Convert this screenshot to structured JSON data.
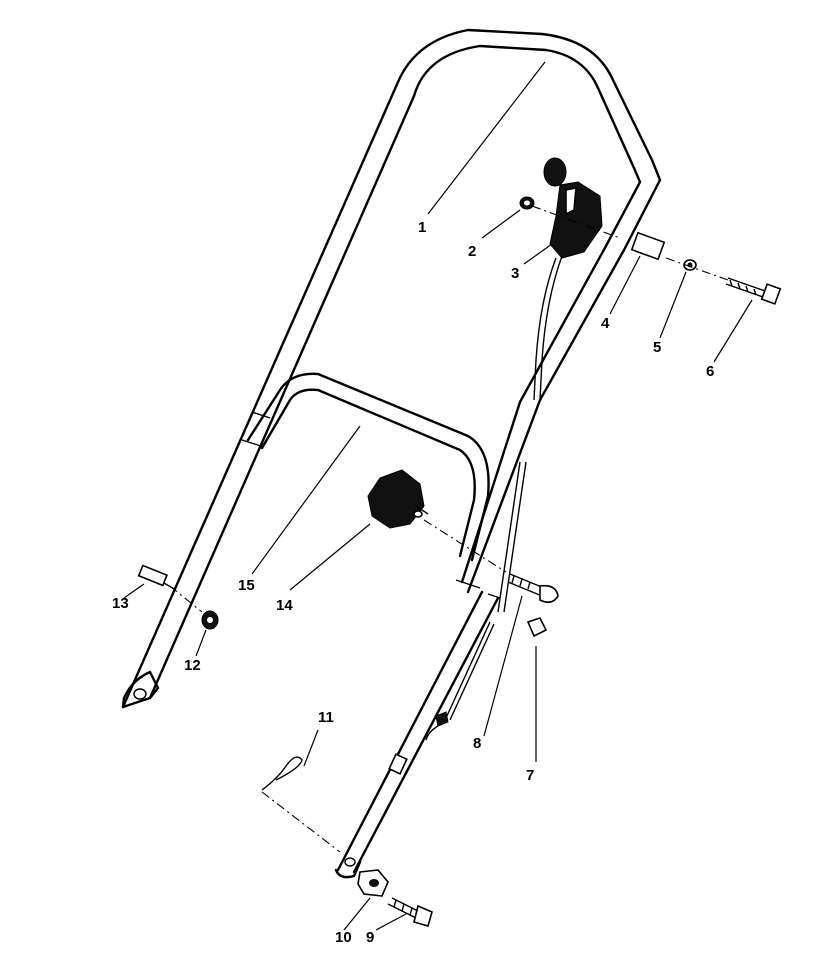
{
  "diagram": {
    "part_labels": [
      {
        "id": "1",
        "text": "1"
      },
      {
        "id": "2",
        "text": "2"
      },
      {
        "id": "3",
        "text": "3"
      },
      {
        "id": "4",
        "text": "4"
      },
      {
        "id": "5",
        "text": "5"
      },
      {
        "id": "6",
        "text": "6"
      },
      {
        "id": "7",
        "text": "7"
      },
      {
        "id": "8",
        "text": "8"
      },
      {
        "id": "9",
        "text": "9"
      },
      {
        "id": "10",
        "text": "10"
      },
      {
        "id": "11",
        "text": "11"
      },
      {
        "id": "12",
        "text": "12"
      },
      {
        "id": "13",
        "text": "13"
      },
      {
        "id": "14",
        "text": "14"
      },
      {
        "id": "15",
        "text": "15"
      }
    ]
  }
}
